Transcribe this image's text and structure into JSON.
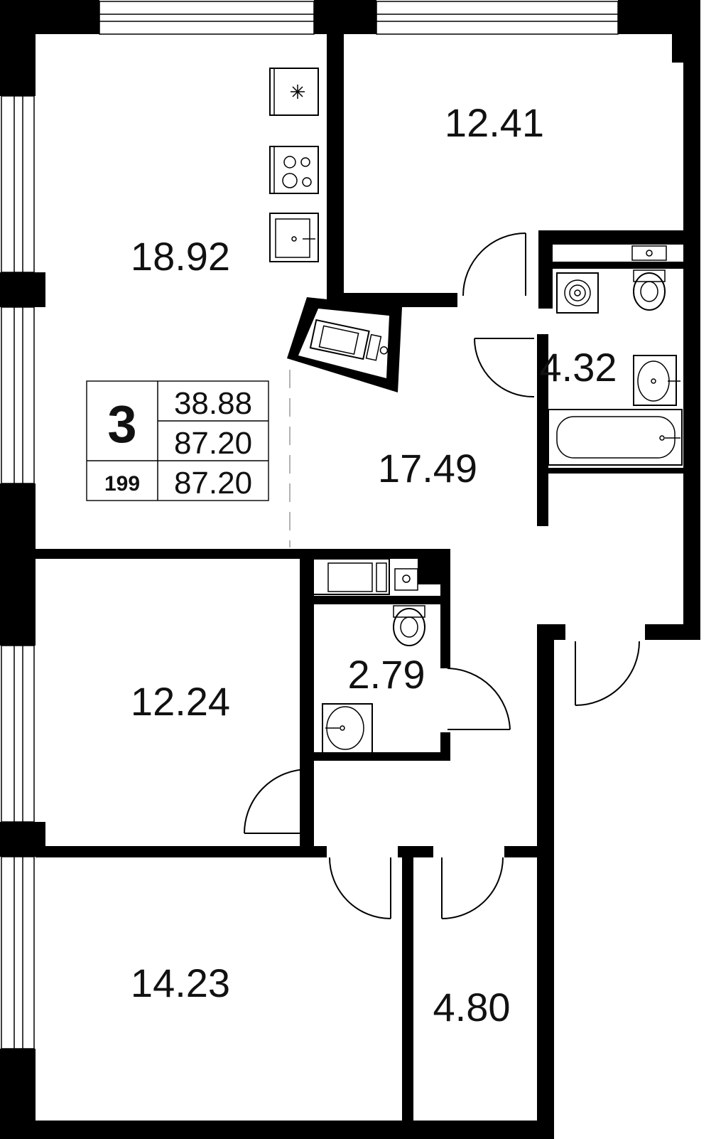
{
  "floorplan": {
    "info_box": {
      "room_count": "3",
      "unit_number": "199",
      "values": [
        "38.88",
        "87.20",
        "87.20"
      ]
    },
    "rooms": [
      {
        "id": "kitchen-living",
        "area": "18.92"
      },
      {
        "id": "bedroom-top-right",
        "area": "12.41"
      },
      {
        "id": "bathroom-main",
        "area": "4.32"
      },
      {
        "id": "hallway",
        "area": "17.49"
      },
      {
        "id": "bedroom-middle",
        "area": "12.24"
      },
      {
        "id": "toilet",
        "area": "2.79"
      },
      {
        "id": "bedroom-bottom",
        "area": "14.23"
      },
      {
        "id": "storage",
        "area": "4.80"
      }
    ],
    "colors": {
      "walls": "#000000",
      "background": "#ffffff",
      "text": "#111111"
    }
  }
}
